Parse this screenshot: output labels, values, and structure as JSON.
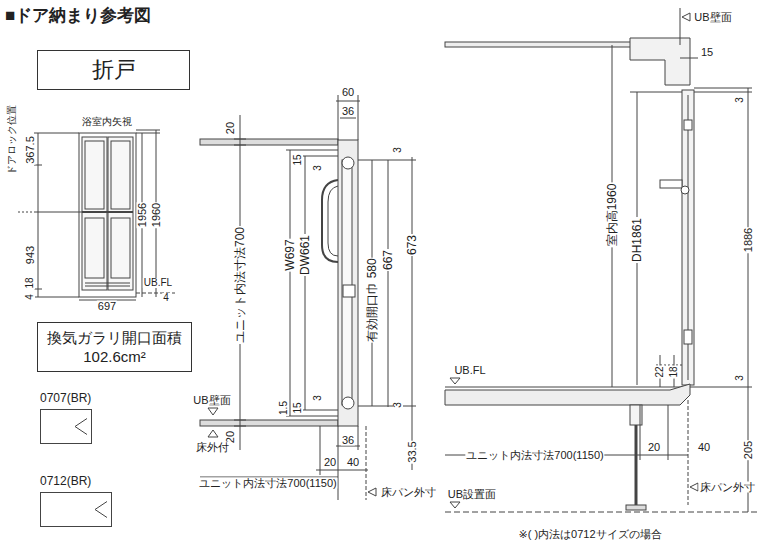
{
  "diagram": {
    "title": "■ドア納まり参考図",
    "nodes": [
      {
        "text": [
          "折戸"
        ]
      },
      {
        "text": [
          "換気ガラリ開口面積 102.6cm²"
        ]
      },
      {
        "text": [
          "0707(BR)"
        ]
      },
      {
        "text": [
          "0712(BR)"
        ]
      }
    ],
    "labels": [
      "浴室内矢視",
      "ドアロック位置",
      "367.5",
      "1956",
      "1960",
      "943",
      "4",
      "18",
      "697",
      "4",
      "UB.FL",
      "60",
      "36",
      "20",
      "ユニット内法寸法700",
      "15",
      "3",
      "3",
      "W697",
      "DW661",
      "有効開口巾 580",
      "667",
      "673",
      "UB壁面",
      "1.5",
      "15",
      "3",
      "3",
      "20",
      "床外付",
      "36",
      "33.5",
      "20",
      "40",
      "ユニット内法寸法700(1150)",
      "床パン外寸",
      "UB壁面",
      "15",
      "3",
      "室内高1960",
      "DH1861",
      "1886",
      "UB.FL",
      "22",
      "18",
      "3",
      "ユニット内法寸法700(1150)",
      "20",
      "40",
      "205",
      "床パン外寸",
      "UB設置面",
      "※( )内法は0712サイズの場合"
    ]
  }
}
